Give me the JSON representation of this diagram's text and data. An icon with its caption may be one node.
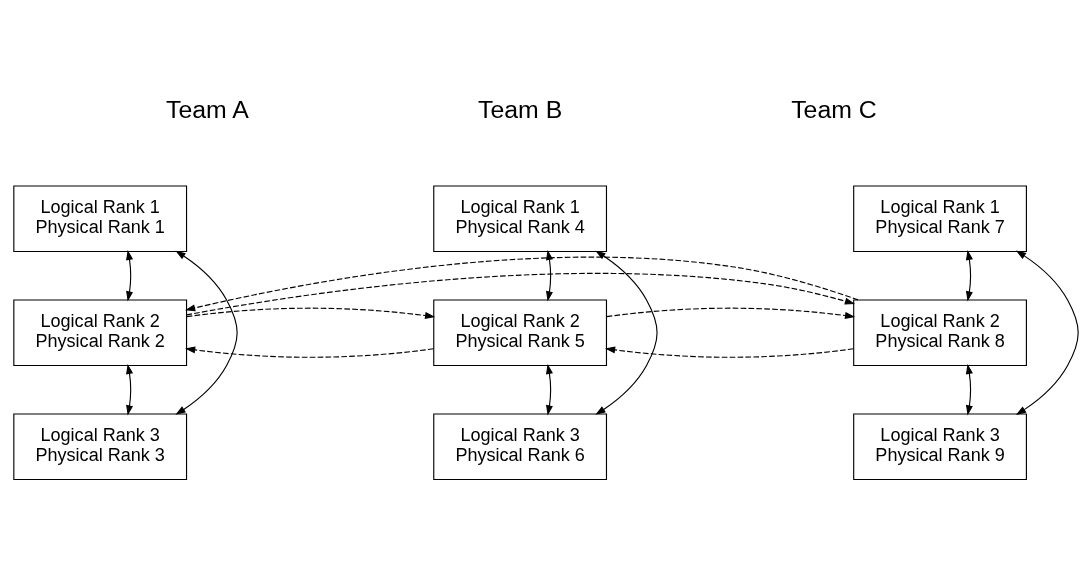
{
  "diagram": {
    "nodes": [
      {
        "text": [
          "Logical Rank 1 Physical Rank 1"
        ]
      },
      {
        "text": [
          "Logical Rank 1 Physical Rank 4"
        ]
      },
      {
        "text": [
          "Logical Rank 1 Physical Rank 7"
        ]
      },
      {
        "text": [
          "Logical Rank 2 Physical Rank 2"
        ]
      },
      {
        "text": [
          "Logical Rank 2 Physical Rank 5"
        ]
      },
      {
        "text": [
          "Logical Rank 2 Physical Rank 8"
        ]
      },
      {
        "text": [
          "Logical Rank 3 Physical Rank 3"
        ]
      },
      {
        "text": [
          "Logical Rank 3 Physical Rank 6"
        ]
      },
      {
        "text": [
          "Logical Rank 3 Physical Rank 9"
        ]
      }
    ],
    "edges": [
      {
        "from": 0,
        "to": 3,
        "arrow": "both"
      },
      {
        "from": 3,
        "to": 6,
        "arrow": "both"
      },
      {
        "from": 0,
        "to": 6,
        "arrow": "both"
      },
      {
        "from": 1,
        "to": 4,
        "arrow": "both"
      },
      {
        "from": 4,
        "to": 7,
        "arrow": "both"
      },
      {
        "from": 1,
        "to": 7,
        "arrow": "both"
      },
      {
        "from": 2,
        "to": 5,
        "arrow": "both"
      },
      {
        "from": 5,
        "to": 8,
        "arrow": "both"
      },
      {
        "from": 2,
        "to": 8,
        "arrow": "both"
      },
      {
        "from": 4,
        "to": 3,
        "arrow": "to",
        "style": "dashed"
      },
      {
        "from": 3,
        "to": 4,
        "arrow": "to",
        "style": "dashed"
      },
      {
        "from": 5,
        "to": 4,
        "arrow": "to",
        "style": "dashed"
      },
      {
        "from": 4,
        "to": 5,
        "arrow": "to",
        "style": "dashed"
      },
      {
        "from": 3,
        "to": 5,
        "arrow": "to",
        "style": "dashed"
      },
      {
        "from": 5,
        "to": 3,
        "arrow": "to",
        "style": "dashed"
      }
    ],
    "labels": [
      "Team A",
      "Team B",
      "Team C"
    ]
  }
}
